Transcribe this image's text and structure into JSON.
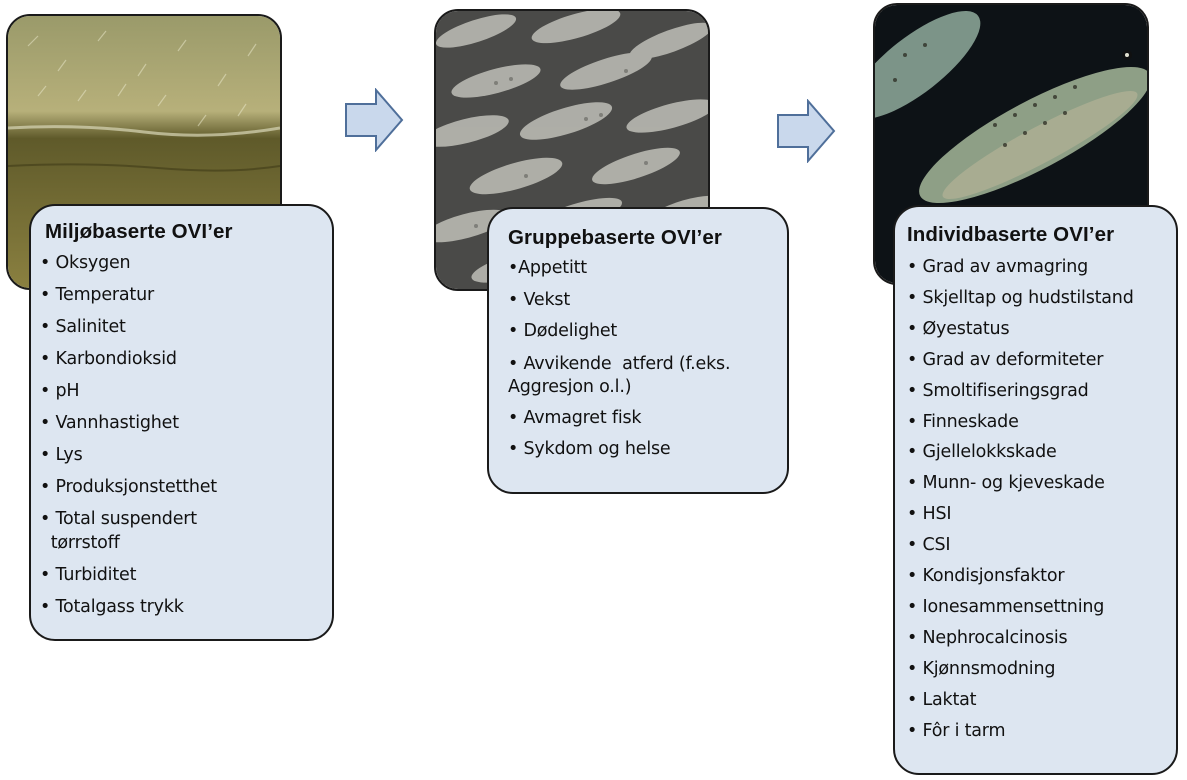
{
  "panels": [
    {
      "title": "Miljøbaserte OVI’er",
      "items": [
        "• Oksygen",
        "• Temperatur",
        "• Salinitet",
        "• Karbondioksid",
        "• pH",
        "• Vannhastighet",
        "• Lys",
        "• Produksjonstetthet",
        "• Total suspendert\n  tørrstoff",
        "• Turbiditet",
        "• Totalgass trykk"
      ]
    },
    {
      "title": "Gruppebaserte OVI’er",
      "items": [
        "•Appetitt",
        "• Vekst",
        "• Dødelighet",
        "• Avvikende  atferd (f.eks.\nAggresjon o.l.)",
        "• Avmagret fisk",
        "• Sykdom og helse"
      ]
    },
    {
      "title": "Individbaserte OVI’er",
      "items": [
        "• Grad av avmagring",
        "• Skjelltap og hudstilstand",
        "• Øyestatus",
        "• Grad av deformiteter",
        "• Smoltifiseringsgrad",
        "• Finneskade",
        "• Gjellelokkskade",
        "• Munn- og kjeveskade",
        "• HSI",
        "• CSI",
        "• Kondisjonsfaktor",
        "• Ionesammensettning",
        "• Nephrocalcinosis",
        "• Kjønnsmodning",
        "• Laktat",
        "• Fôr i tarm"
      ]
    }
  ],
  "colors": {
    "card_fill": "#dde6f1",
    "card_border": "#1a1a1a",
    "arrow_fill": "#c9d8ec",
    "arrow_stroke": "#4f6f9a"
  },
  "images": [
    "fish-tank-photo",
    "fish-school-photo",
    "salmon-photo"
  ]
}
